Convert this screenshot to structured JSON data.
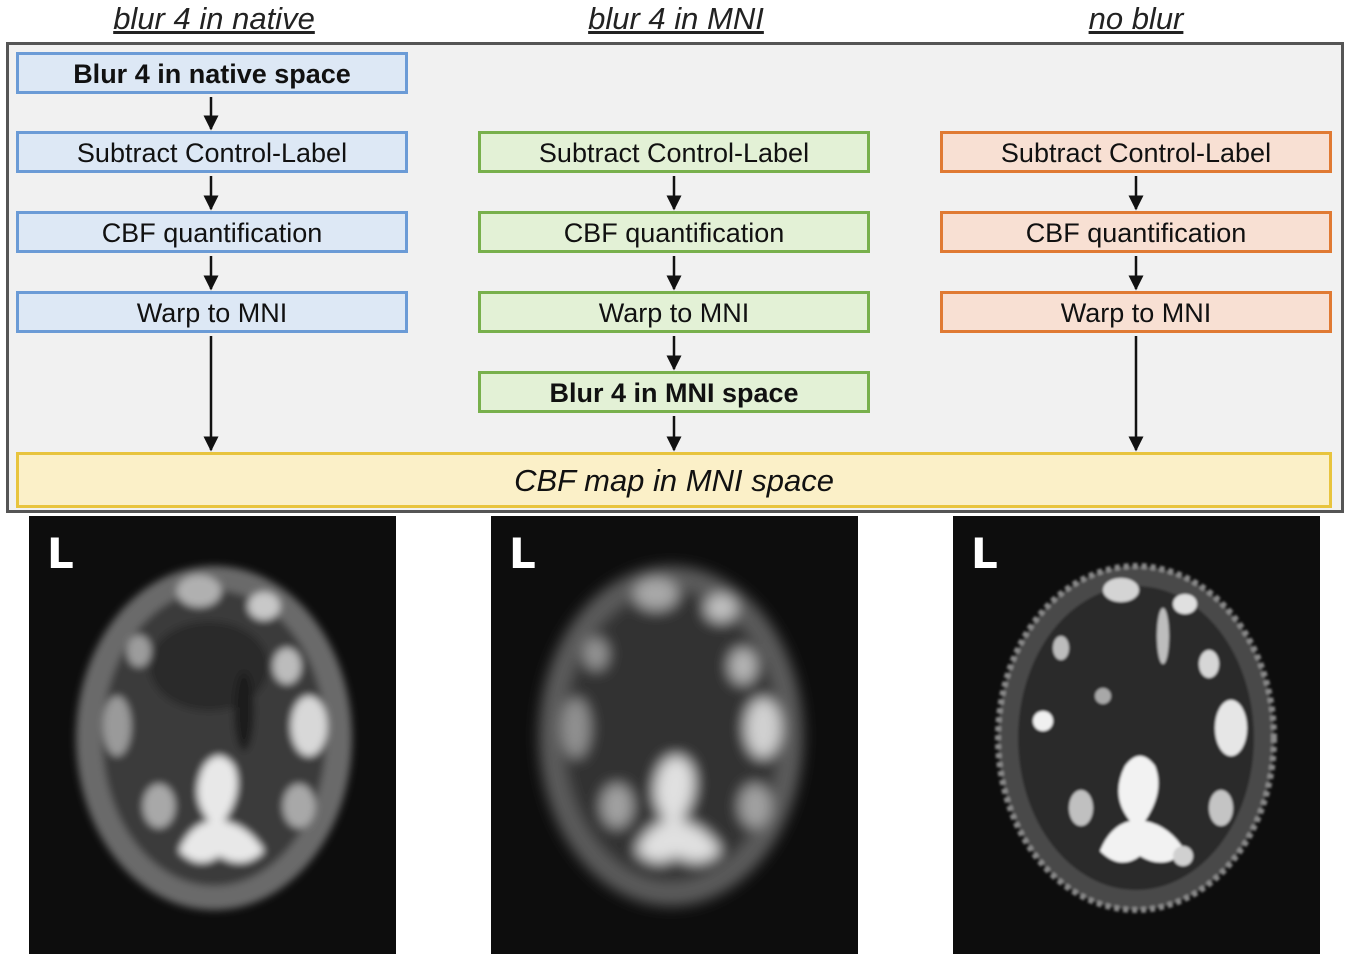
{
  "columns": [
    {
      "title": "blur 4 in native",
      "steps": [
        "Blur 4 in native space",
        "Subtract Control-Label",
        "CBF quantification",
        "Warp to MNI"
      ]
    },
    {
      "title": "blur 4 in MNI",
      "steps": [
        "Subtract Control-Label",
        "CBF quantification",
        "Warp to MNI",
        "Blur 4 in MNI space"
      ]
    },
    {
      "title": "no blur",
      "steps": [
        "Subtract Control-Label",
        "CBF quantification",
        "Warp to MNI"
      ]
    }
  ],
  "result_label": "CBF map in MNI space",
  "panels": [
    {
      "orientation_label": "L",
      "blur": "smooth"
    },
    {
      "orientation_label": "L",
      "blur": "very smooth"
    },
    {
      "orientation_label": "L",
      "blur": "sharp"
    }
  ],
  "colors": {
    "native": "#6b9bd6",
    "mni": "#78b04c",
    "noblur": "#e07a33",
    "result": "#e8c43e"
  }
}
